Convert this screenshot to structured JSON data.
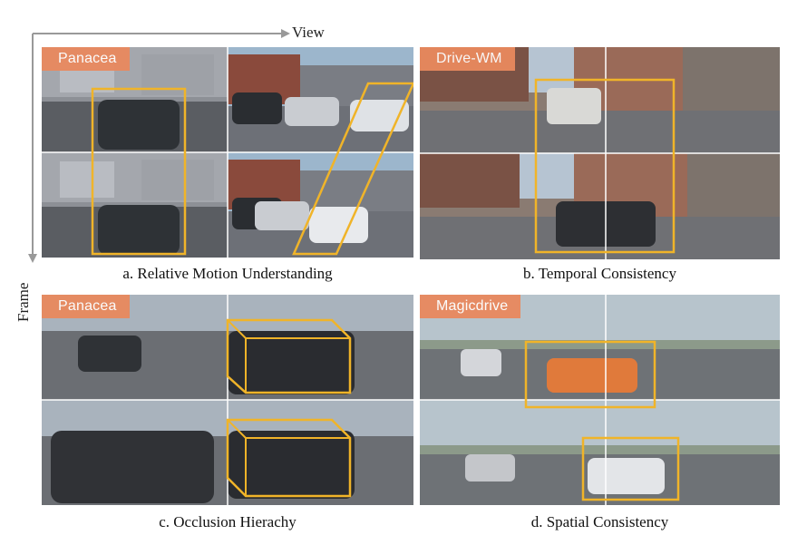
{
  "figure": {
    "axis_view_label": "View",
    "axis_frame_label": "Frame",
    "accent_box_color": "#f0b429",
    "tag_color": "#e9895e",
    "panels": [
      {
        "tag": "Panacea",
        "caption": "a. Relative Motion Understanding"
      },
      {
        "tag": "Drive-WM",
        "caption": "b. Temporal Consistency"
      },
      {
        "tag": "Panacea",
        "caption": "c. Occlusion Hierachy"
      },
      {
        "tag": "Magicdrive",
        "caption": "d. Spatial Consistency"
      }
    ]
  }
}
